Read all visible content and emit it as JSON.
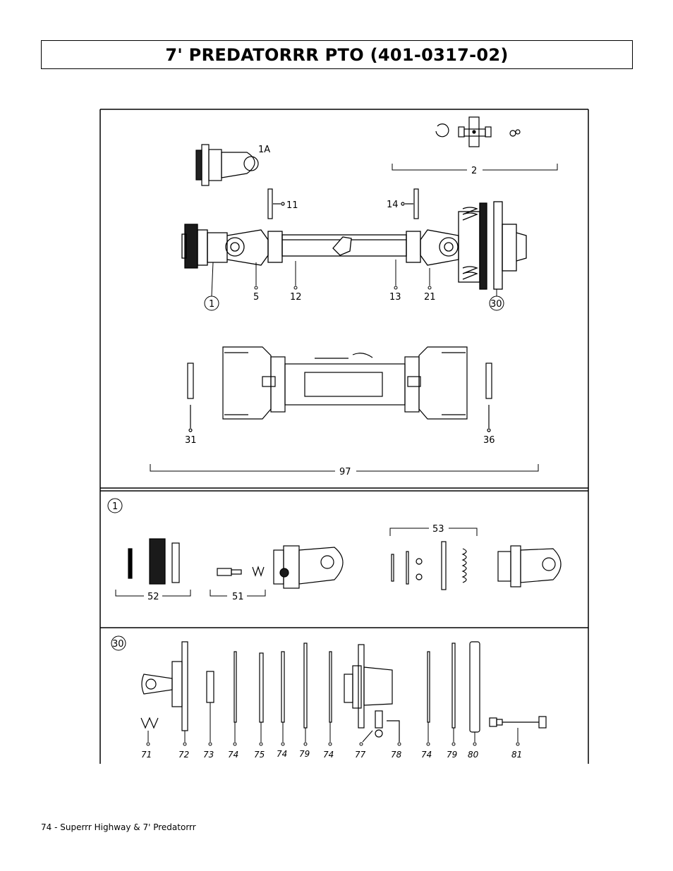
{
  "title": "7' PREDATORRR PTO  (401-0317-02)",
  "footer": "74 - Superrr Highway & 7' Predatorrr",
  "callouts": {
    "c1A": "1A",
    "c2": "2",
    "c11": "11",
    "c14": "14",
    "c1": "1",
    "c5": "5",
    "c12": "12",
    "c13": "13",
    "c21": "21",
    "c30": "30",
    "c31": "31",
    "c36": "36",
    "c97": "97",
    "c53": "53",
    "c52": "52",
    "c51": "51"
  },
  "section_labels": {
    "detail_1": "1",
    "detail_30": "30"
  },
  "bottom_parts": [
    "71",
    "72",
    "73",
    "74",
    "75",
    "74",
    "79",
    "74",
    "77",
    "78",
    "74",
    "79",
    "80",
    "81"
  ]
}
